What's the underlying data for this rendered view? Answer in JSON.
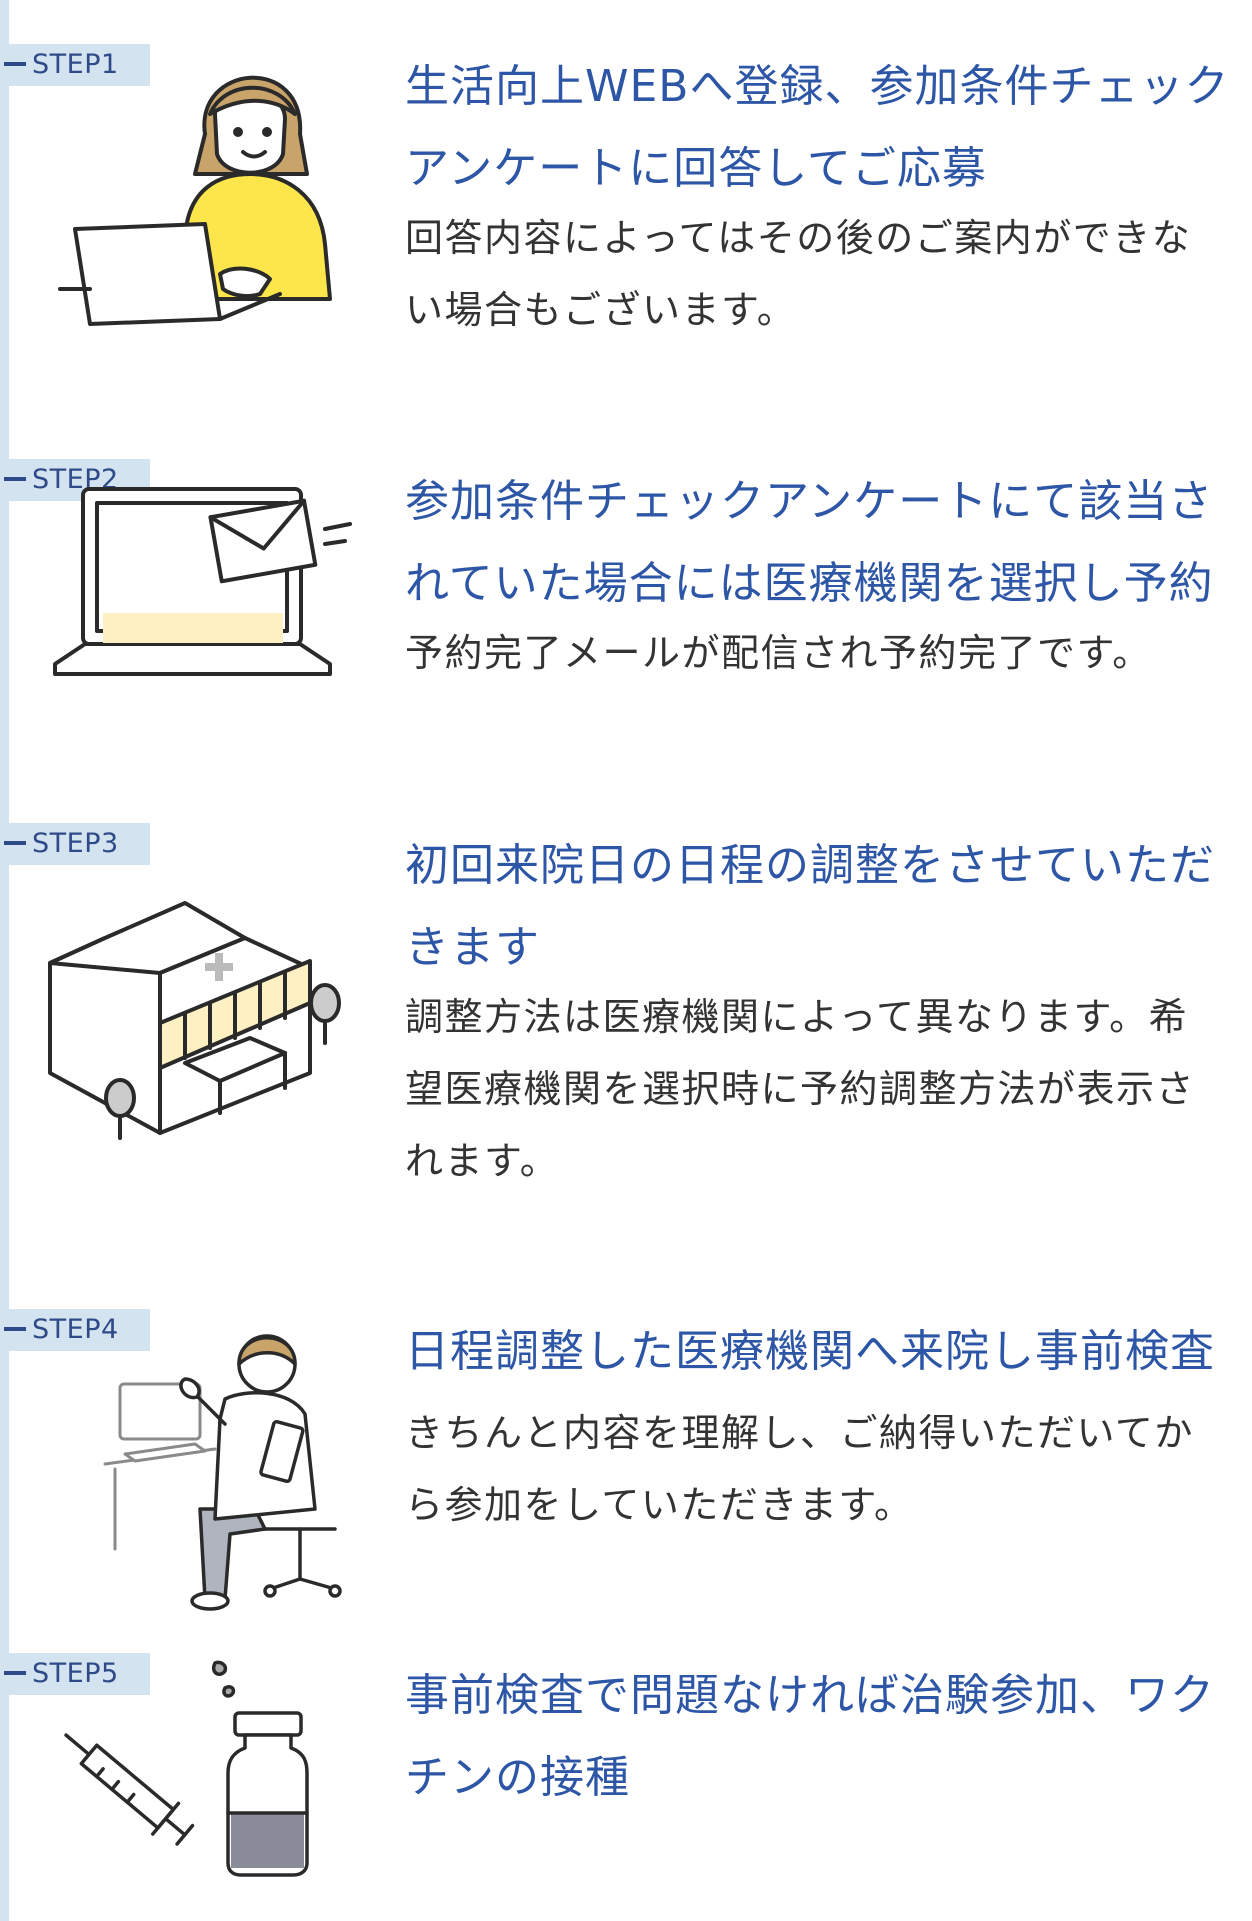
{
  "steps": [
    {
      "label": "STEP1",
      "title": "生活向上WEBへ登録、参加条件チェックアンケートに回答してご応募",
      "description": "回答内容によってはその後のご案内ができない場合もございます。",
      "illustration": "woman-with-laptop-icon"
    },
    {
      "label": "STEP2",
      "title": "参加条件チェックアンケートにて該当されていた場合には医療機関を選択し予約",
      "description": "予約完了メールが配信され予約完了です。",
      "illustration": "laptop-with-email-icon"
    },
    {
      "label": "STEP3",
      "title": "初回来院日の日程の調整をさせていただきます",
      "description": "調整方法は医療機関によって異なります。希望医療機関を選択時に予約調整方法が表示されます。",
      "illustration": "hospital-building-icon"
    },
    {
      "label": "STEP4",
      "title": "日程調整した医療機関へ来院し事前検査",
      "description": "きちんと内容を理解し、ご納得いただいてから参加をしていただきます。",
      "illustration": "doctor-seated-icon"
    },
    {
      "label": "STEP5",
      "title": "事前検査で問題なければ治験参加、ワクチンの接種",
      "description": "",
      "illustration": "syringe-and-vial-icon"
    }
  ],
  "colors": {
    "title": "#2e56a6",
    "label_bg": "#d3e3f0",
    "label_text": "#2f4a88",
    "body_text": "#333333",
    "accent_yellow": "#fde64b",
    "accent_cream": "#fdf0c2"
  }
}
